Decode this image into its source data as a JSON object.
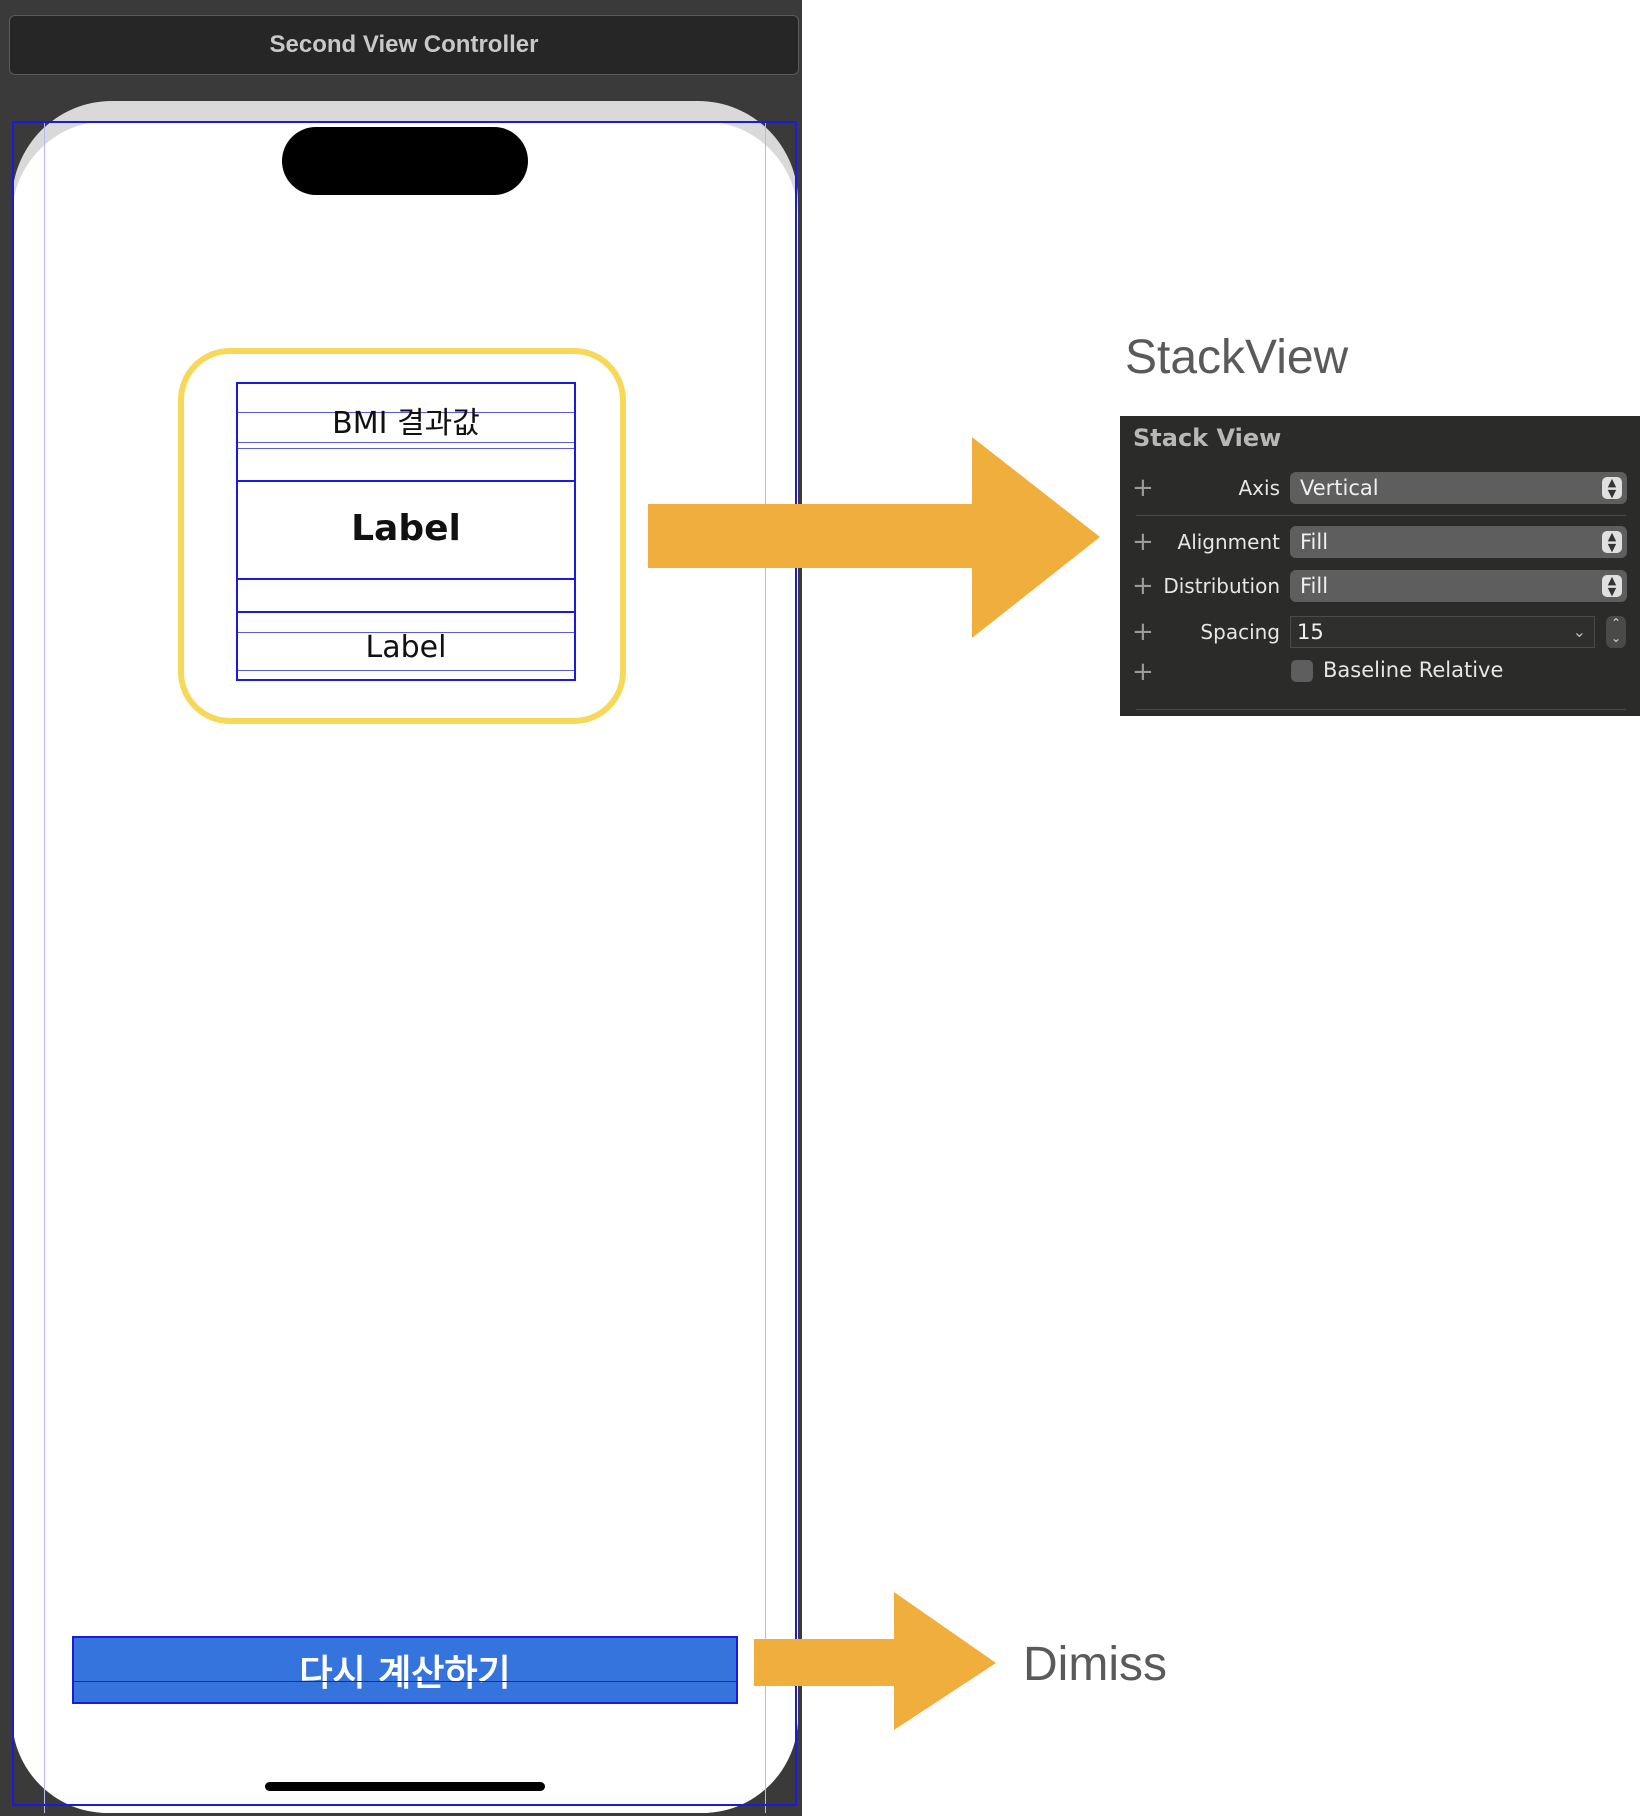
{
  "scene": {
    "title": "Second View Controller"
  },
  "stack_labels": {
    "bmi_title": "BMI 결과값",
    "bmi_value": "Label",
    "advice": "Label"
  },
  "dismiss_button": {
    "label": "다시 계산하기"
  },
  "annotations": {
    "stackview": "StackView",
    "dismiss": "Dimiss"
  },
  "inspector": {
    "header": "Stack View",
    "axis": {
      "label": "Axis",
      "value": "Vertical"
    },
    "alignment": {
      "label": "Alignment",
      "value": "Fill"
    },
    "distribution": {
      "label": "Distribution",
      "value": "Fill"
    },
    "spacing": {
      "label": "Spacing",
      "value": "15"
    },
    "baseline": {
      "label": "Baseline Relative",
      "checked": false
    },
    "plus": "+"
  },
  "colors": {
    "highlight": "#f8d858",
    "arrow": "#f0ae3c",
    "button": "#3574dc",
    "constraint_outline": "#1a1ae0"
  }
}
